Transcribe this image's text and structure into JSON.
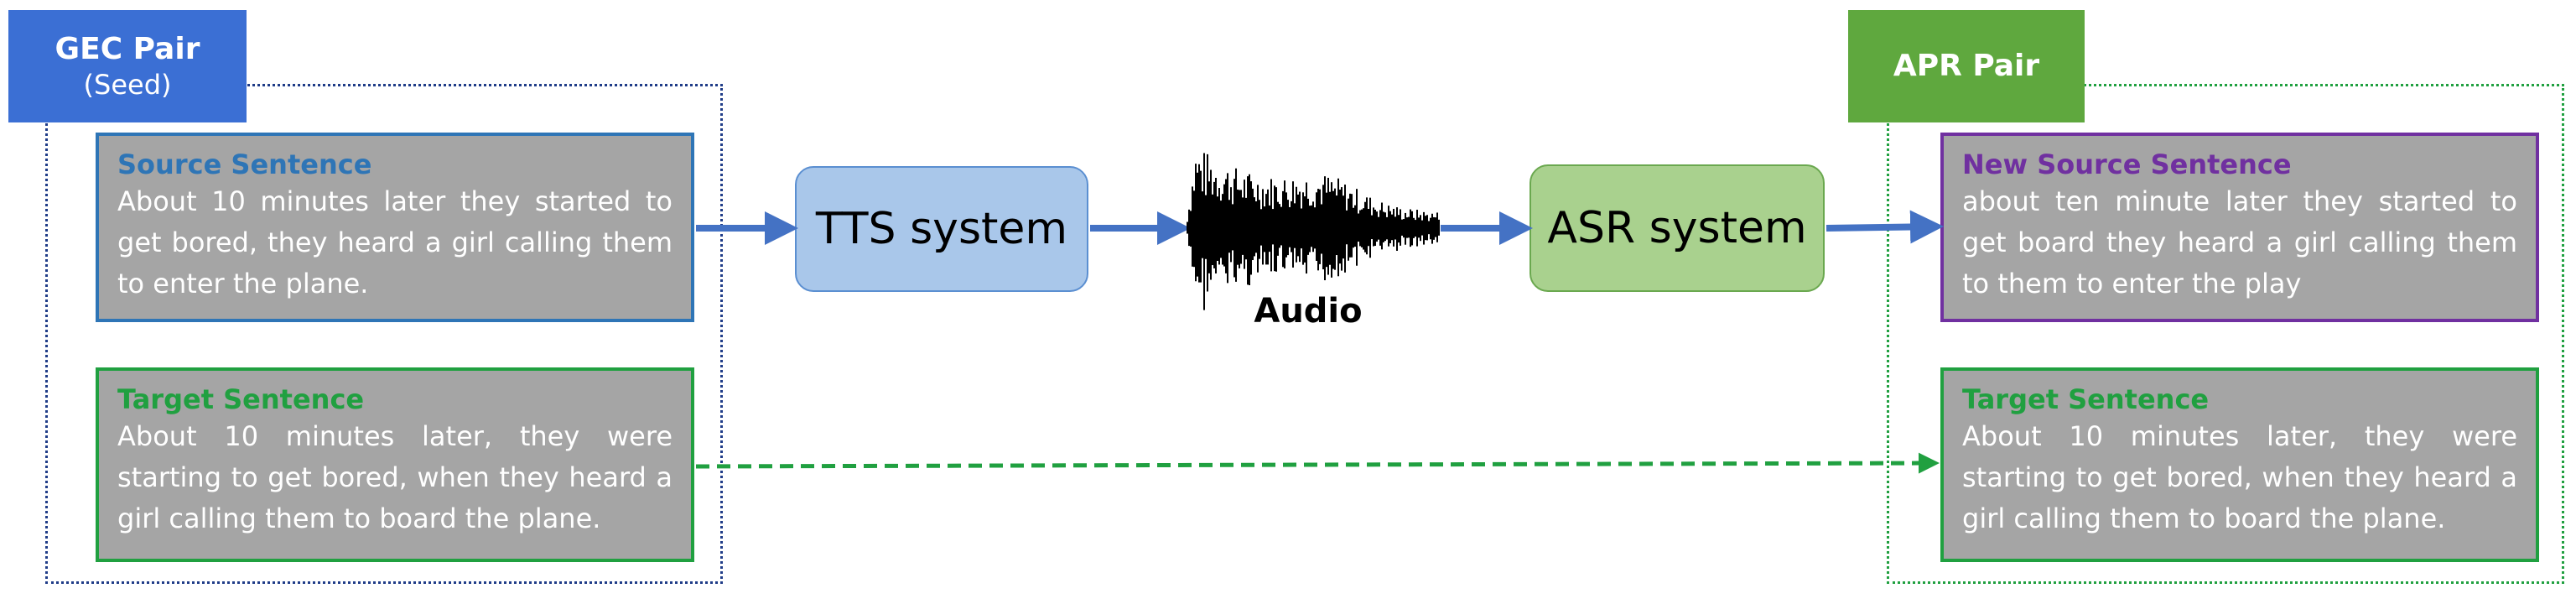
{
  "gec_pair": {
    "title": "GEC Pair",
    "subtitle": "(Seed)",
    "color": "#3b6fd4"
  },
  "apr_pair": {
    "title": "APR Pair",
    "color": "#5fa83e"
  },
  "left": {
    "source": {
      "label": "Source Sentence",
      "label_color": "#2e75b6",
      "text": "About 10 minutes later they started to get bored, they heard a girl calling them to enter the plane."
    },
    "target": {
      "label": "Target Sentence",
      "label_color": "#20a040",
      "text": "About 10 minutes later, they were starting to get bored, when they heard a girl calling them to board the plane."
    }
  },
  "right": {
    "source": {
      "label": "New Source Sentence",
      "label_color": "#7030a0",
      "text": "about ten minute later they started to get board they heard a girl calling them to them to enter the play"
    },
    "target": {
      "label": "Target Sentence",
      "label_color": "#20a040",
      "text": "About 10 minutes later, they were starting to get bored, when they heard a girl calling them to board the plane."
    }
  },
  "tts": {
    "label": "TTS system",
    "fill": "#a9c7ea",
    "border": "#5b8fd1"
  },
  "asr": {
    "label": "ASR system",
    "fill": "#a9d18e",
    "border": "#6aa84f"
  },
  "audio": {
    "label": "Audio"
  },
  "arrow_color": "#4472c4",
  "dashed_arrow_color": "#20a040"
}
